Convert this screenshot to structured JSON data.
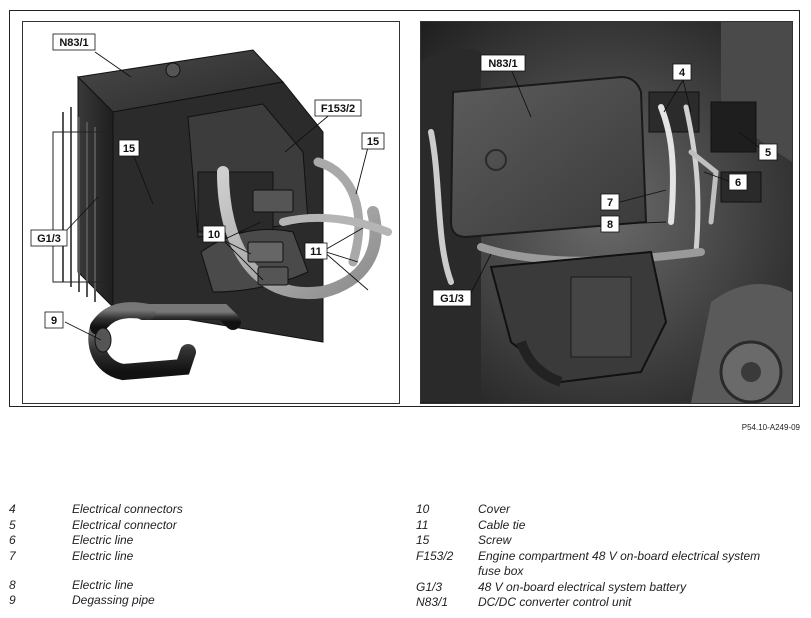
{
  "figure": {
    "reference_code": "P54.10-A249-09",
    "left_view_callouts": {
      "n83_1": "N83/1",
      "f153_2": "F153/2",
      "c15_a": "15",
      "c15_b": "15",
      "g1_3": "G1/3",
      "c10": "10",
      "c11": "11",
      "c9": "9"
    },
    "right_view_callouts": {
      "n83_1": "N83/1",
      "c4": "4",
      "c5": "5",
      "c6": "6",
      "c7": "7",
      "c8": "8",
      "g1_3": "G1/3"
    }
  },
  "legend": {
    "left": [
      {
        "key": "4",
        "text": "Electrical connectors"
      },
      {
        "key": "5",
        "text": "Electrical connector"
      },
      {
        "key": "6",
        "text": "Electric line"
      },
      {
        "key": "7",
        "text": "Electric line"
      },
      {
        "key": "8",
        "text": "Electric line"
      },
      {
        "key": "9",
        "text": "Degassing pipe"
      }
    ],
    "right": [
      {
        "key": "10",
        "text": "Cover"
      },
      {
        "key": "11",
        "text": "Cable tie"
      },
      {
        "key": "15",
        "text": "Screw"
      },
      {
        "key": "F153/2",
        "text": "Engine compartment 48 V on-board electrical system fuse box"
      },
      {
        "key": "G1/3",
        "text": "48 V on-board electrical system battery"
      },
      {
        "key": "N83/1",
        "text": "DC/DC converter control unit"
      }
    ]
  }
}
